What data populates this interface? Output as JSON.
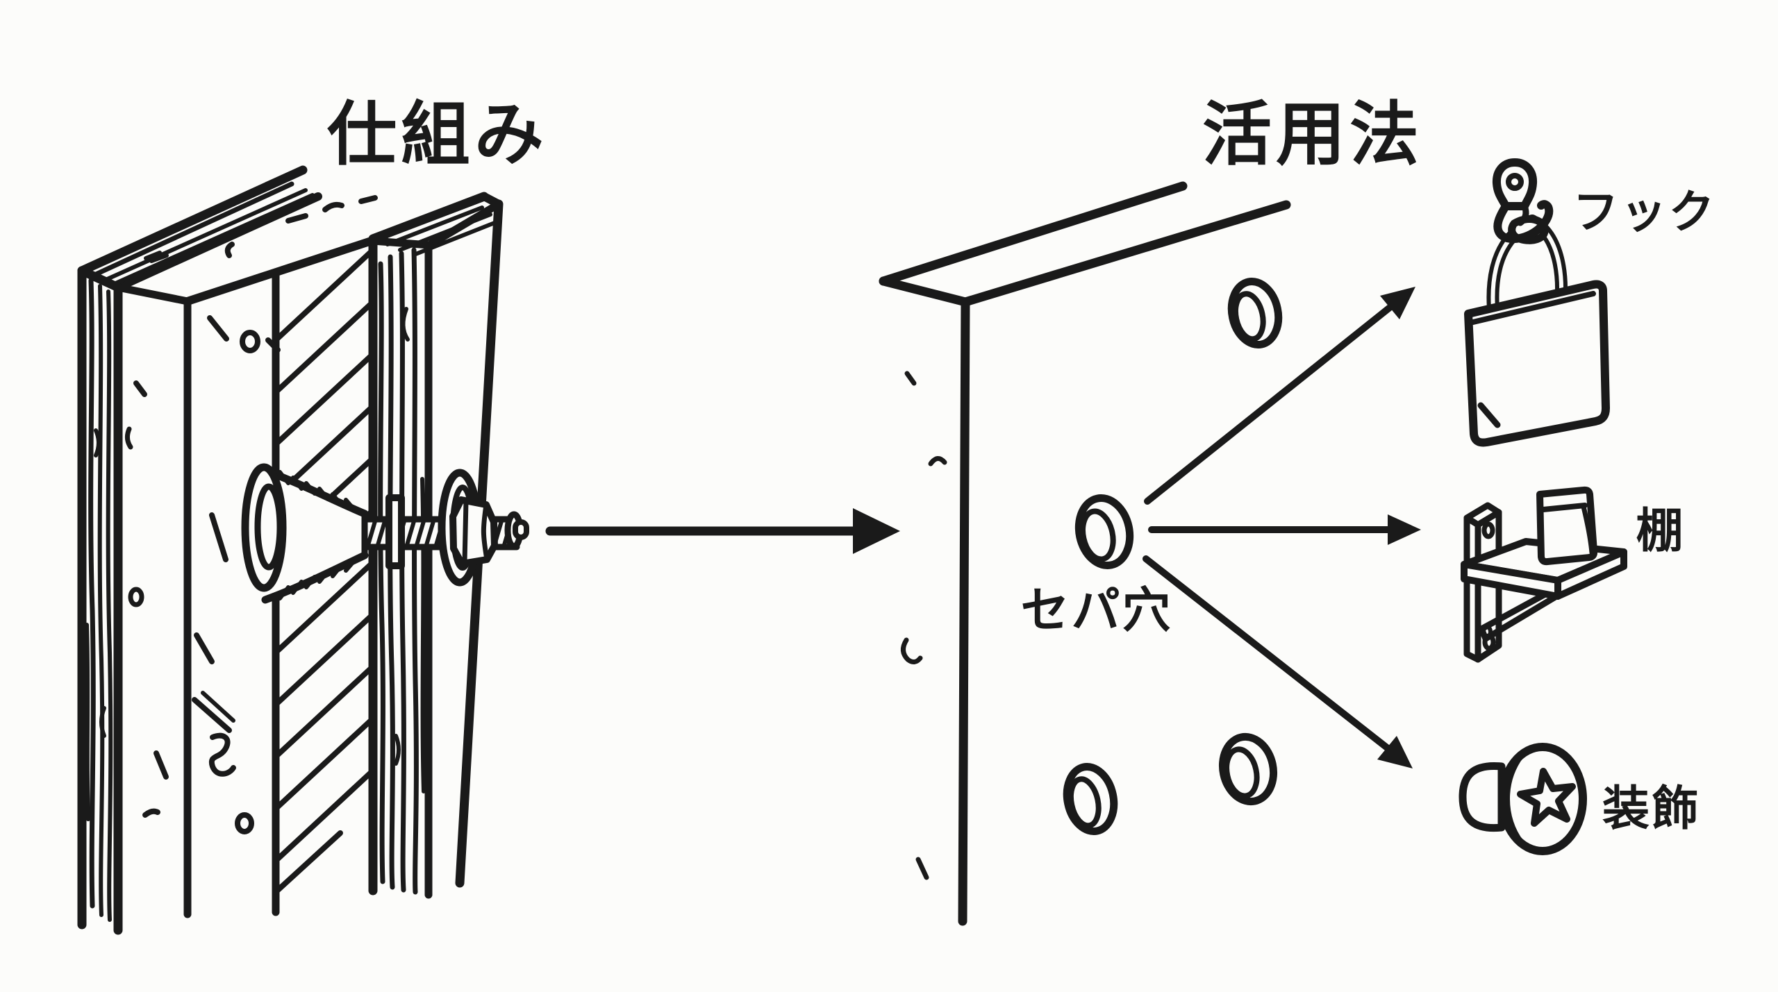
{
  "diagram": {
    "colors": {
      "ink": "#1a1a1a",
      "paper": "#fcfcfa"
    },
    "left_section": {
      "title": "仕組み",
      "illustration": "formwork-wall-cross-section-with-separator-bolt",
      "parts": [
        "p-cone",
        "separator-rod",
        "plate",
        "washer",
        "hex-nut"
      ]
    },
    "right_section": {
      "title": "活用法",
      "hole_label": "セパ穴",
      "wall": "concrete-wall-with-cone-holes",
      "hole_count": 4,
      "uses": [
        {
          "label": "フック",
          "icon": "eye-hook-with-tote-bag"
        },
        {
          "label": "棚",
          "icon": "wall-bracket-shelf"
        },
        {
          "label": "装飾",
          "icon": "star-cap-plug"
        }
      ]
    }
  }
}
